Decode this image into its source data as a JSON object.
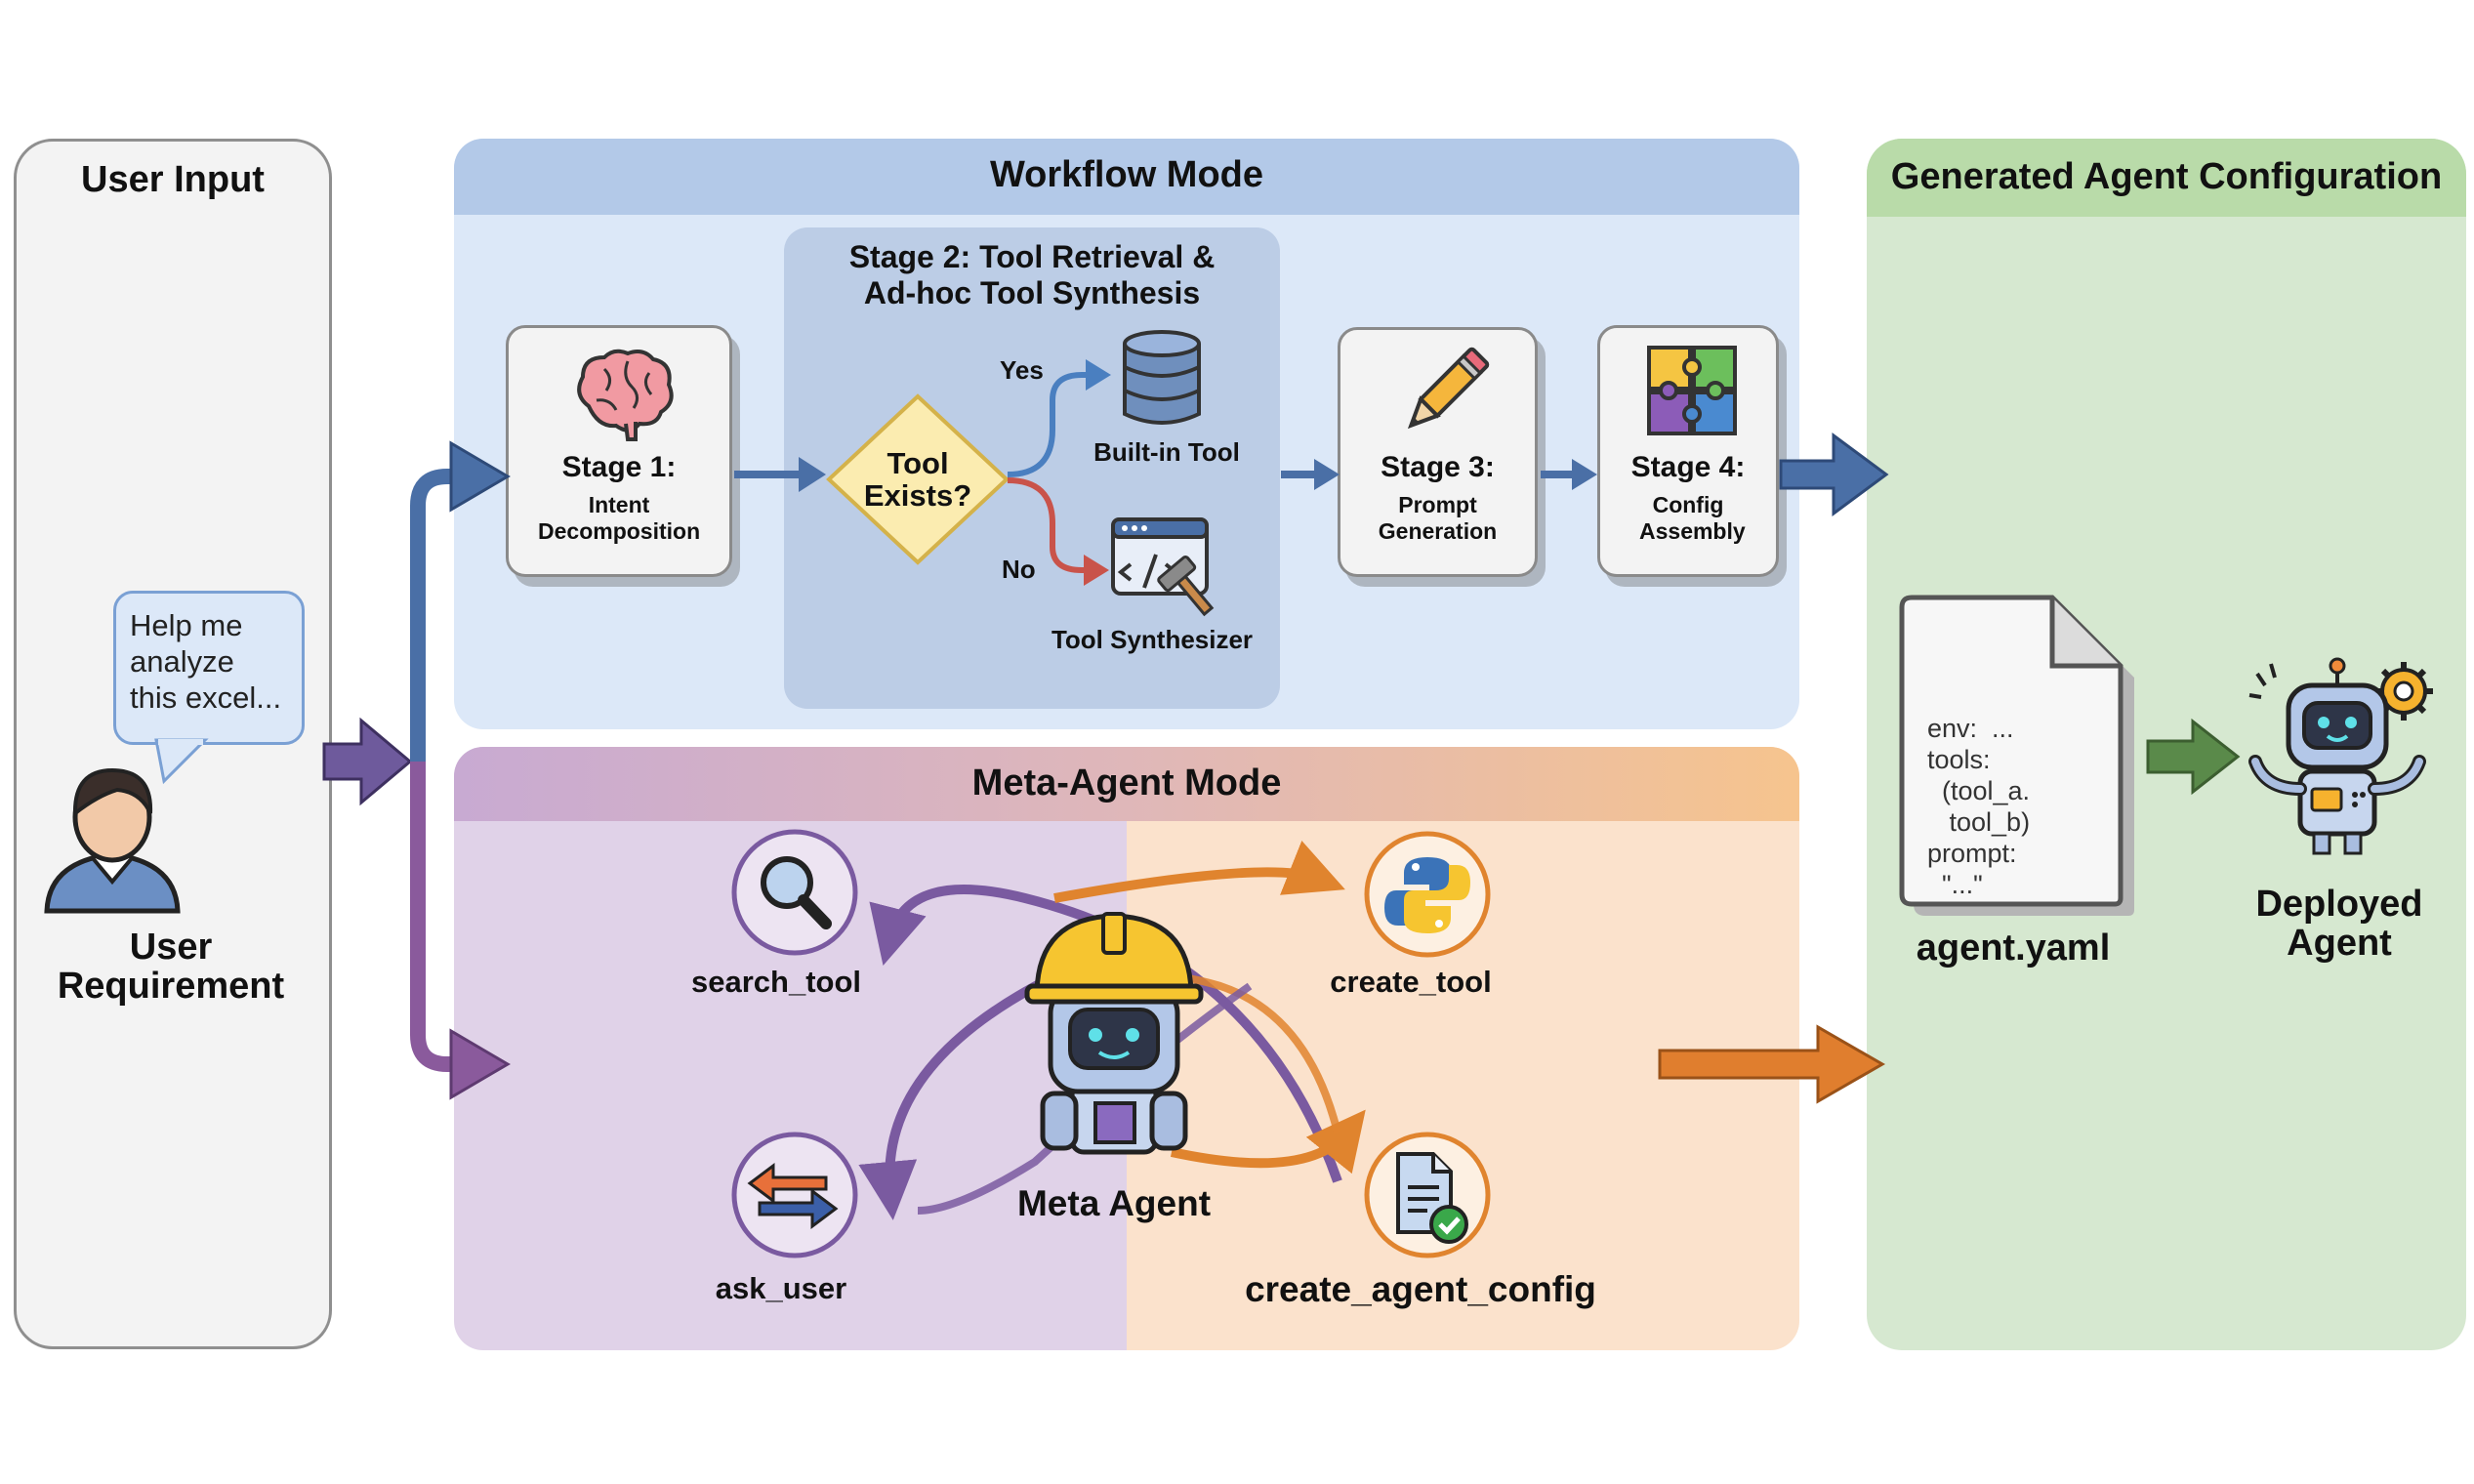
{
  "user_input": {
    "title": "User Input",
    "bubble_text": "Help me analyze this excel...",
    "label": "User Requirement"
  },
  "workflow": {
    "title": "Workflow Mode",
    "stage1": {
      "title": "Stage 1:",
      "sub": "Intent Decomposition"
    },
    "stage2": {
      "title": "Stage 2: Tool Retrieval & Ad-hoc Tool Synthesis",
      "decision": "Tool Exists?",
      "yes": "Yes",
      "no": "No",
      "builtin": "Built-in Tool",
      "synth": "Tool Synthesizer"
    },
    "stage3": {
      "title": "Stage 3:",
      "sub": "Prompt Generation"
    },
    "stage4": {
      "title": "Stage 4:",
      "sub": "Config Assembly"
    }
  },
  "meta": {
    "title": "Meta-Agent Mode",
    "center": "Meta Agent",
    "tools": {
      "search": "search_tool",
      "create": "create_tool",
      "ask": "ask_user",
      "config": "create_agent_config"
    }
  },
  "generated": {
    "title": "Generated Agent Configuration",
    "yaml_lines": [
      "env:  ...",
      "tools:",
      "  (tool_a.",
      "   tool_b)",
      "prompt:",
      "  \"...\""
    ],
    "file": "agent.yaml",
    "deployed": "Deployed Agent"
  },
  "colors": {
    "workflow_bg": "#dce8f8",
    "workflow_header": "#b3c9e8",
    "meta_left": "#e0d2e8",
    "meta_right": "#fbe2cc",
    "generated_bg": "#d6e8d0",
    "generated_header": "#b9dba9",
    "arrow_blue": "#4a6fa6",
    "arrow_purple": "#7a5aa0",
    "arrow_orange": "#e07e2e",
    "arrow_green": "#5a8a4a"
  }
}
